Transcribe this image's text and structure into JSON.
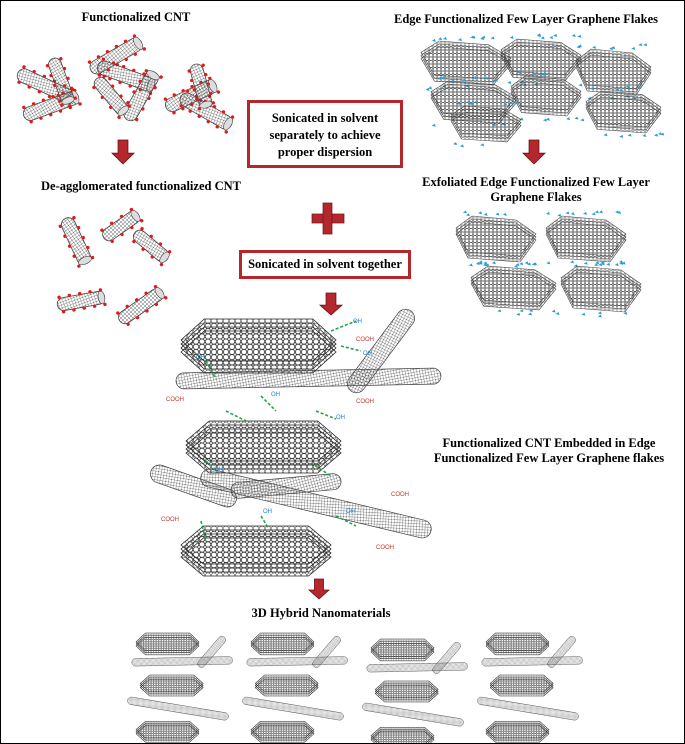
{
  "labels": {
    "functionalized_cnt": "Functionalized CNT",
    "edge_graphene": "Edge Functionalized Few Layer Graphene Flakes",
    "sonicated_separately": "Sonicated in solvent separately to achieve proper dispersion",
    "deagglomerated": "De-agglomerated functionalized CNT",
    "exfoliated": "Exfoliated Edge Functionalized Few Layer Graphene Flakes",
    "sonicated_together": "Sonicated in solvent together",
    "embedded": "Functionalized CNT Embedded in Edge Functionalized Few Layer Graphene flakes",
    "hybrid": "3D Hybrid Nanomaterials",
    "oh": "OH",
    "cooh": "COOH"
  },
  "colors": {
    "arrow": "#b3272d",
    "cnt_dot": "#e0191a",
    "graphene_edge": "#2a9fd6",
    "bond": "#22a34a",
    "oh_text": "#1e7fd0",
    "cooh_text": "#c0392b"
  }
}
